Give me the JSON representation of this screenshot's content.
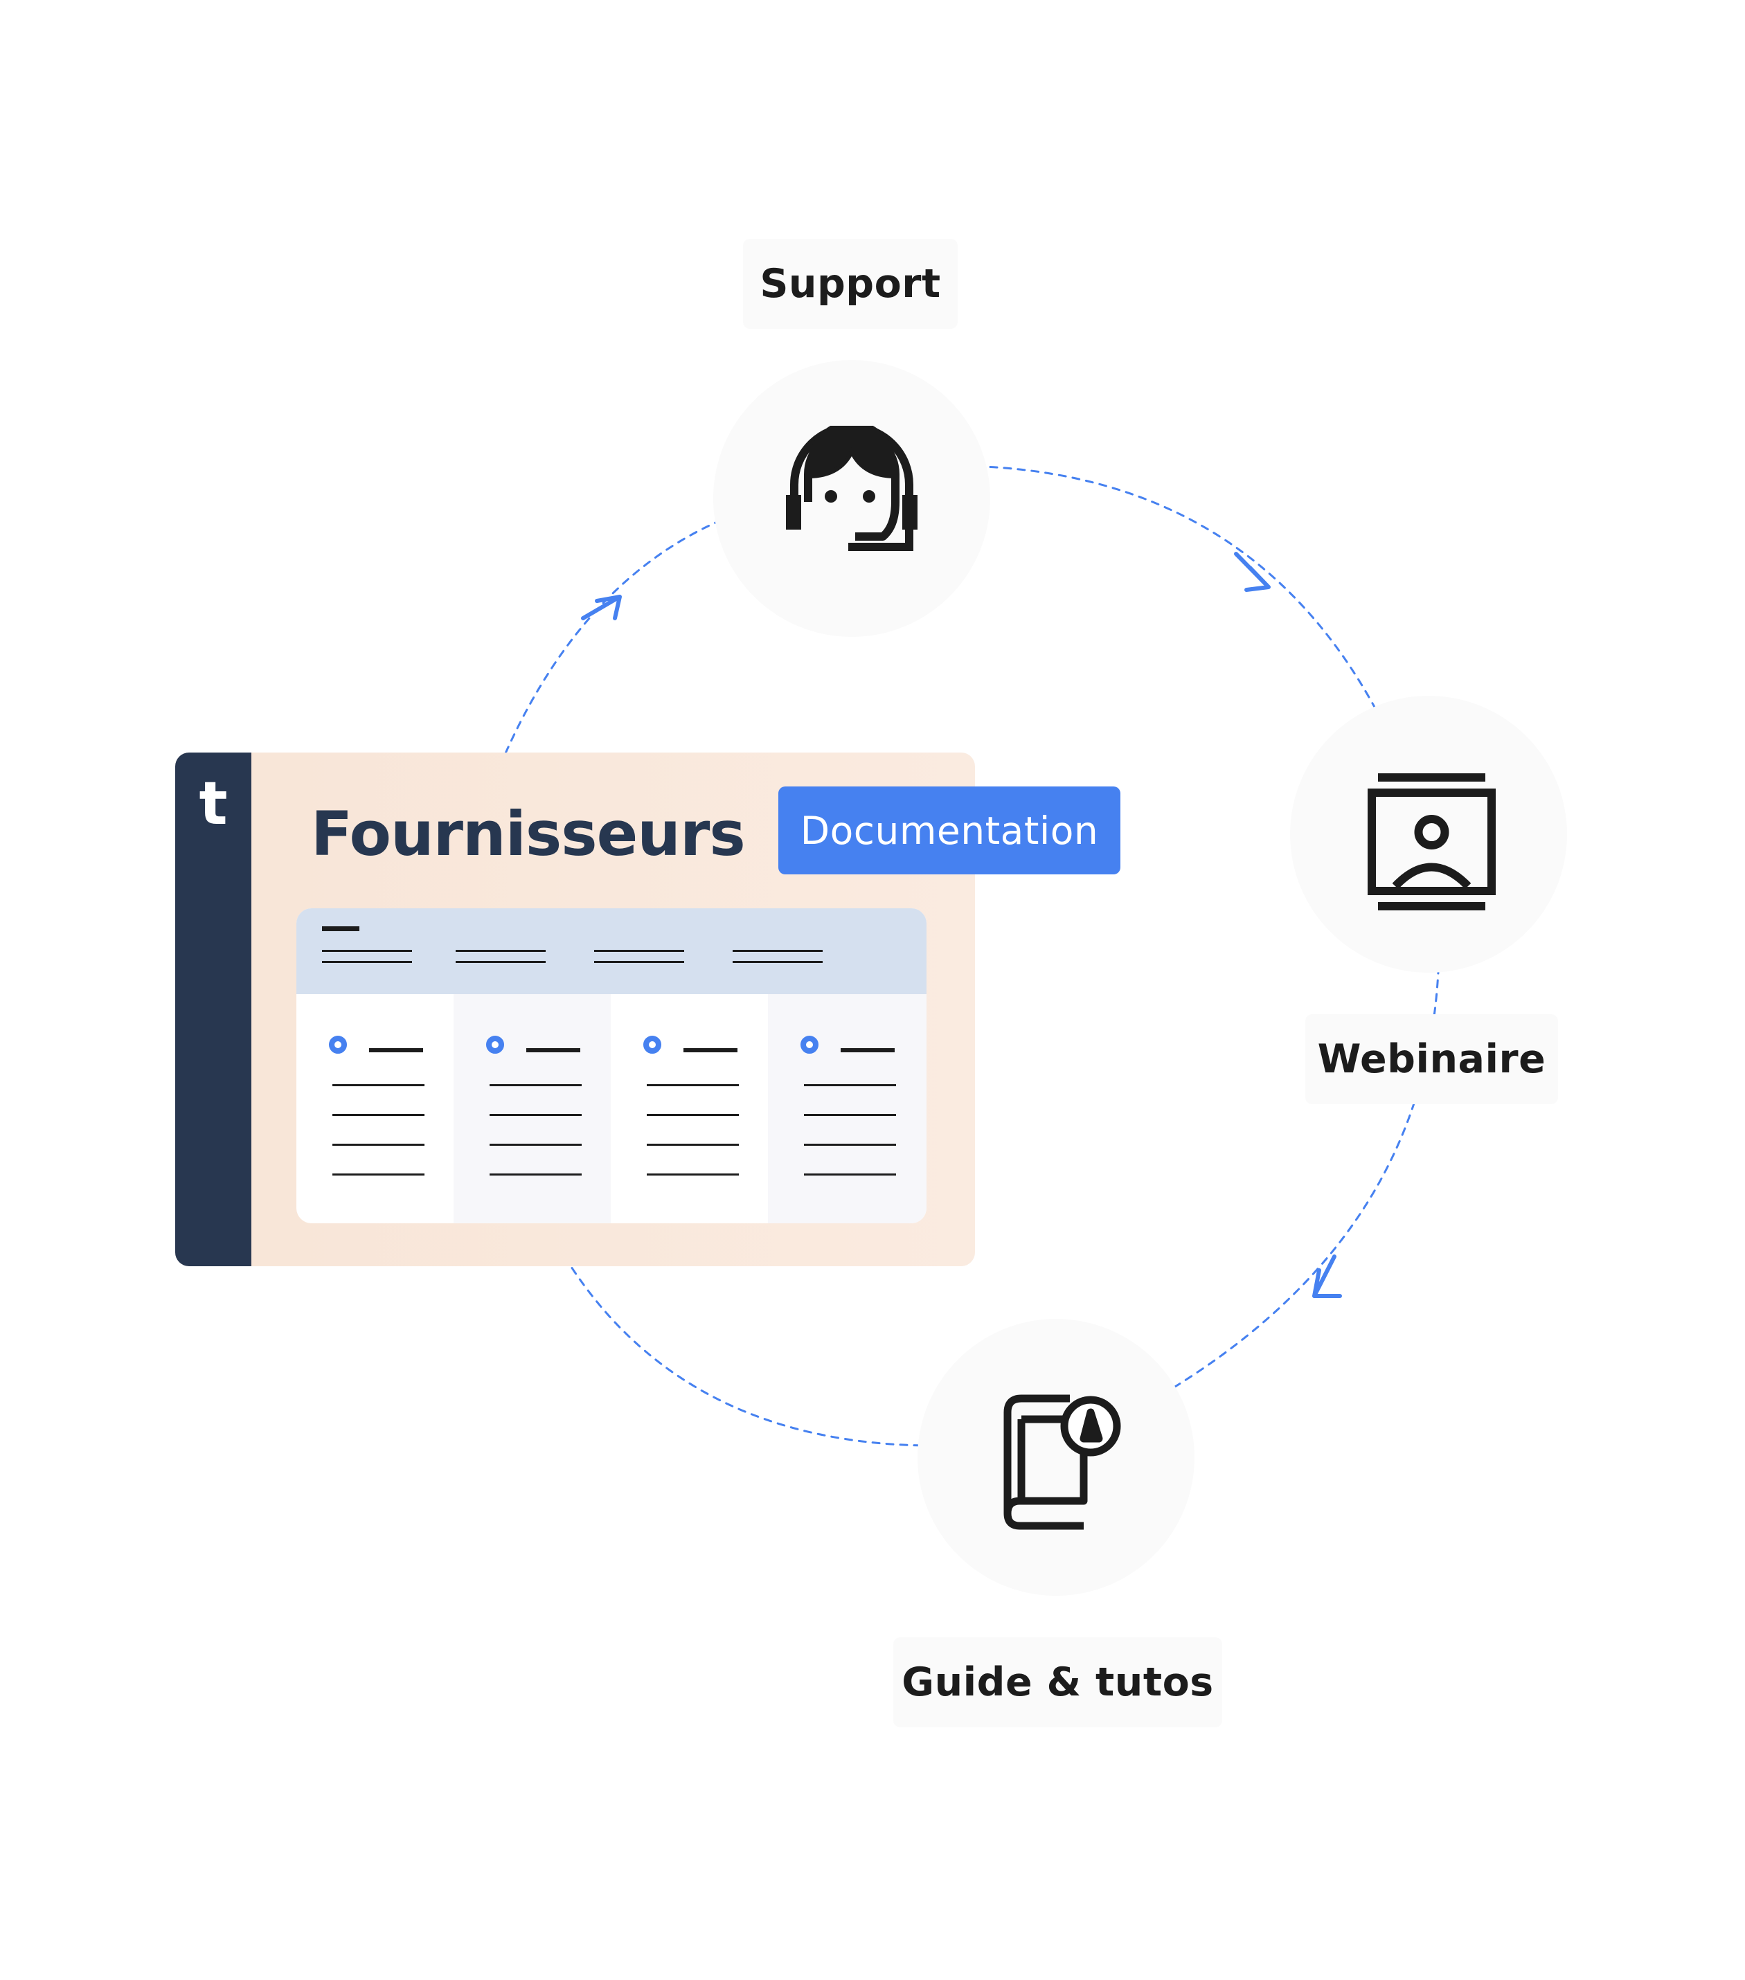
{
  "nodes": {
    "support": {
      "label": "Support"
    },
    "webinar": {
      "label": "Webinaire"
    },
    "guide": {
      "label": "Guide & tutos"
    }
  },
  "app_card": {
    "logo_letter": "t",
    "title": "Fournisseurs",
    "documentation_button": "Documentation",
    "table": {
      "columns": 4
    }
  },
  "colors": {
    "accent": "#4681f0",
    "sidebar": "#283750",
    "title": "#273750",
    "card_background": "#f8e5d7",
    "table_header": "#d5e0ef",
    "icon_stroke": "#1c1c1c"
  },
  "icons": [
    "headset-agent-icon",
    "presentation-screen-icon",
    "book-cursor-icon"
  ]
}
